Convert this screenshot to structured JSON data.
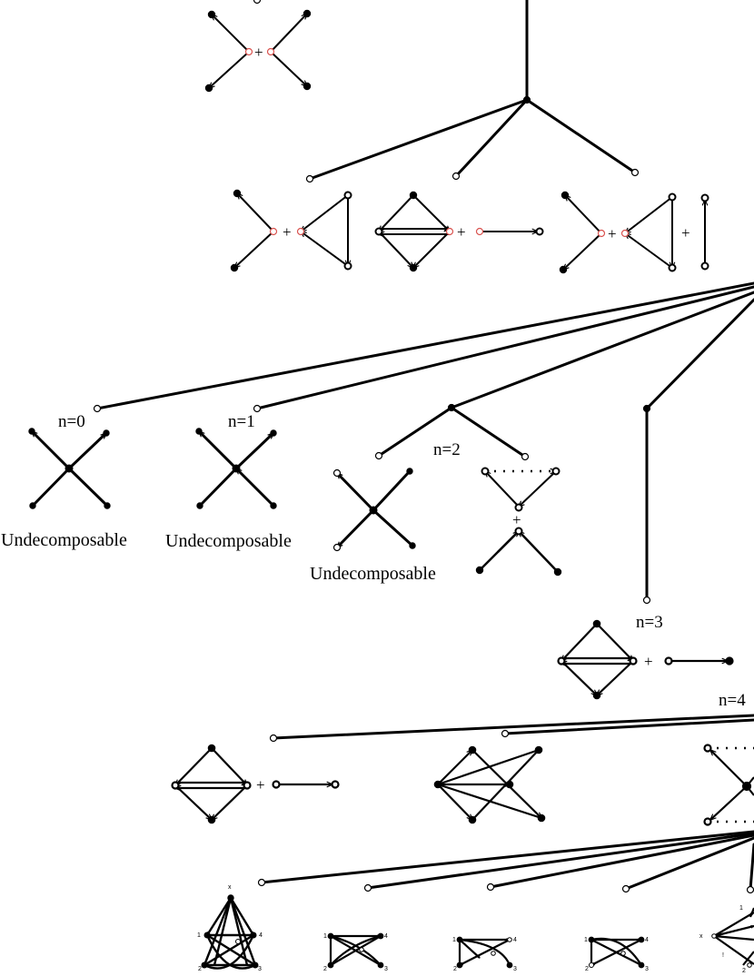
{
  "labels": {
    "n0": "n=0",
    "n1": "n=1",
    "n2": "n=2",
    "n3": "n=3",
    "n4": "n=4",
    "undecomposable": "Undecomposable",
    "plus": "+",
    "x": "x",
    "one": "1",
    "two": "2",
    "three": "3",
    "four": "4",
    "bang": "!"
  },
  "colors": {
    "line": "#000000",
    "open_vertex_fill": "#ffffff",
    "highlight_vertex": "#d9534f"
  }
}
